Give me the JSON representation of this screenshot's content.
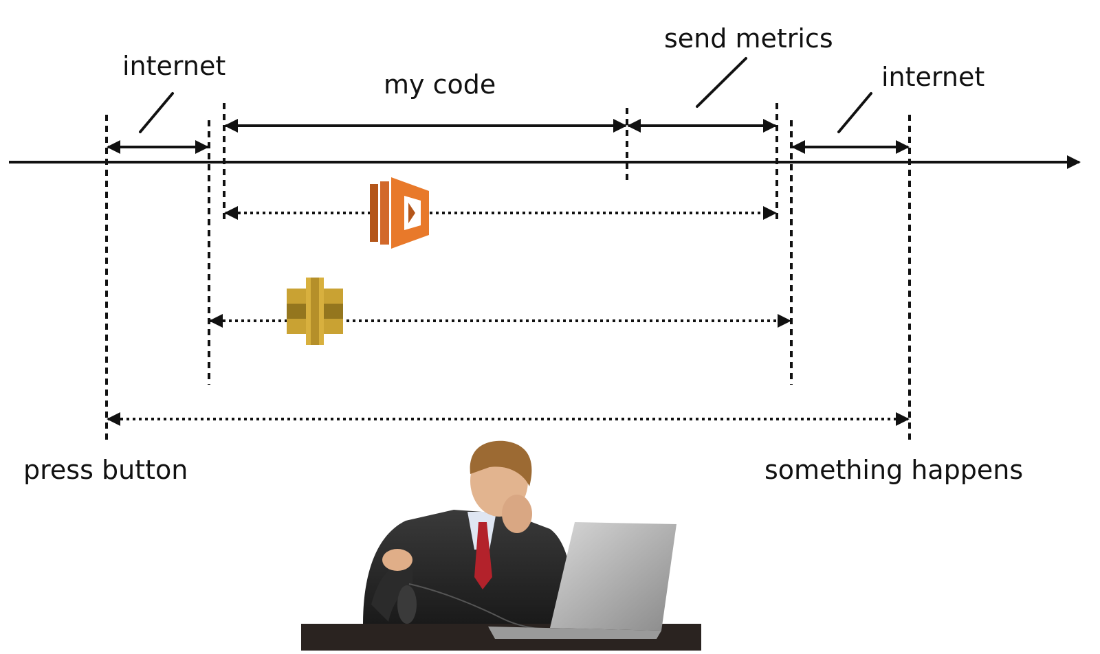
{
  "labels": {
    "internet_left": "internet",
    "my_code": "my code",
    "send_metrics": "send metrics",
    "internet_right": "internet",
    "press_button": "press button",
    "something_happens": "something happens"
  },
  "icons": {
    "lambda": "aws-lambda-icon",
    "api_gateway": "aws-api-gateway-icon",
    "illustration": "bored-businessman-at-laptop-illustration"
  },
  "colors": {
    "ink": "#111111",
    "lambda_orange": "#e8792a",
    "lambda_dark": "#b4561a",
    "api_gold": "#c9a233",
    "api_dark": "#94761e"
  }
}
